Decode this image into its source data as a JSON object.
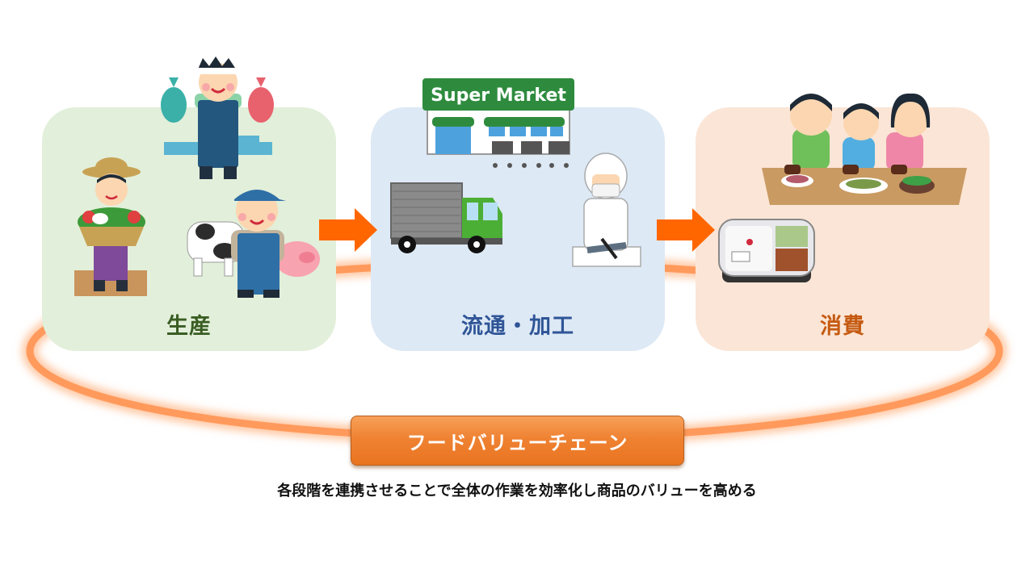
{
  "stages": [
    {
      "id": "production",
      "label": "生産",
      "illustrations": [
        "fisherman-illustration",
        "farmer-with-vegetables-illustration",
        "livestock-farmer-illustration"
      ]
    },
    {
      "id": "distribution",
      "label": "流通・加工",
      "illustrations": [
        "supermarket-illustration",
        "delivery-truck-illustration",
        "food-processing-worker-illustration"
      ]
    },
    {
      "id": "consumption",
      "label": "消費",
      "illustrations": [
        "family-eating-illustration",
        "bento-box-illustration"
      ]
    }
  ],
  "supermarket_sign": "Super Market",
  "chain_label": "フードバリューチェーン",
  "caption": "各段階を連携させることで全体の作業を効率化し商品のバリューを高める",
  "colors": {
    "production_bg": "#e2efda",
    "distribution_bg": "#dde9f5",
    "consumption_bg": "#fbe5d6",
    "arrow": "#ff6600",
    "ring": "#ff9a5c",
    "chain_button": "#ef8232"
  }
}
